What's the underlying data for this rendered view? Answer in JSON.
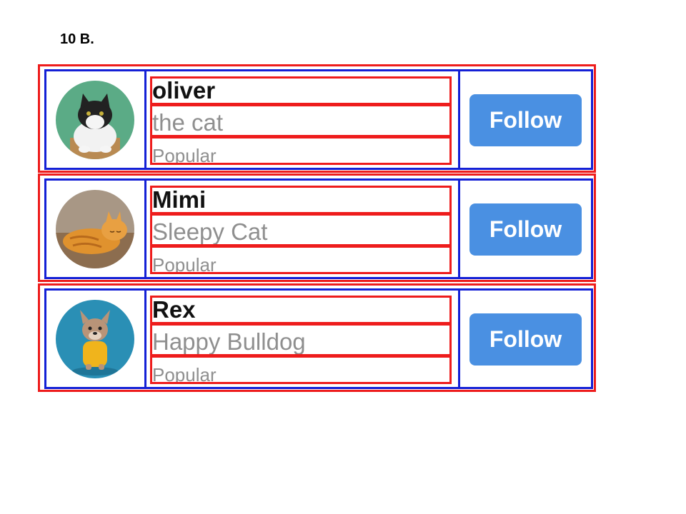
{
  "heading": "10 B.",
  "cards": [
    {
      "name": "oliver",
      "description": "the cat",
      "tag": "Popular",
      "button_label": "Follow",
      "avatar_icon": "cat-photo-avatar",
      "avatar_bg": "#5bab86"
    },
    {
      "name": "Mimi",
      "description": "Sleepy Cat",
      "tag": "Popular",
      "button_label": "Follow",
      "avatar_icon": "orange-cat-photo-avatar",
      "avatar_bg": "#a89785"
    },
    {
      "name": "Rex",
      "description": "Happy Bulldog",
      "tag": "Popular",
      "button_label": "Follow",
      "avatar_icon": "bulldog-photo-avatar",
      "avatar_bg": "#2a8fb5"
    }
  ],
  "colors": {
    "outer_border": "#ee1c1c",
    "inner_border": "#1420d6",
    "button": "#4a90e2",
    "secondary_text": "#8f8f8f"
  }
}
